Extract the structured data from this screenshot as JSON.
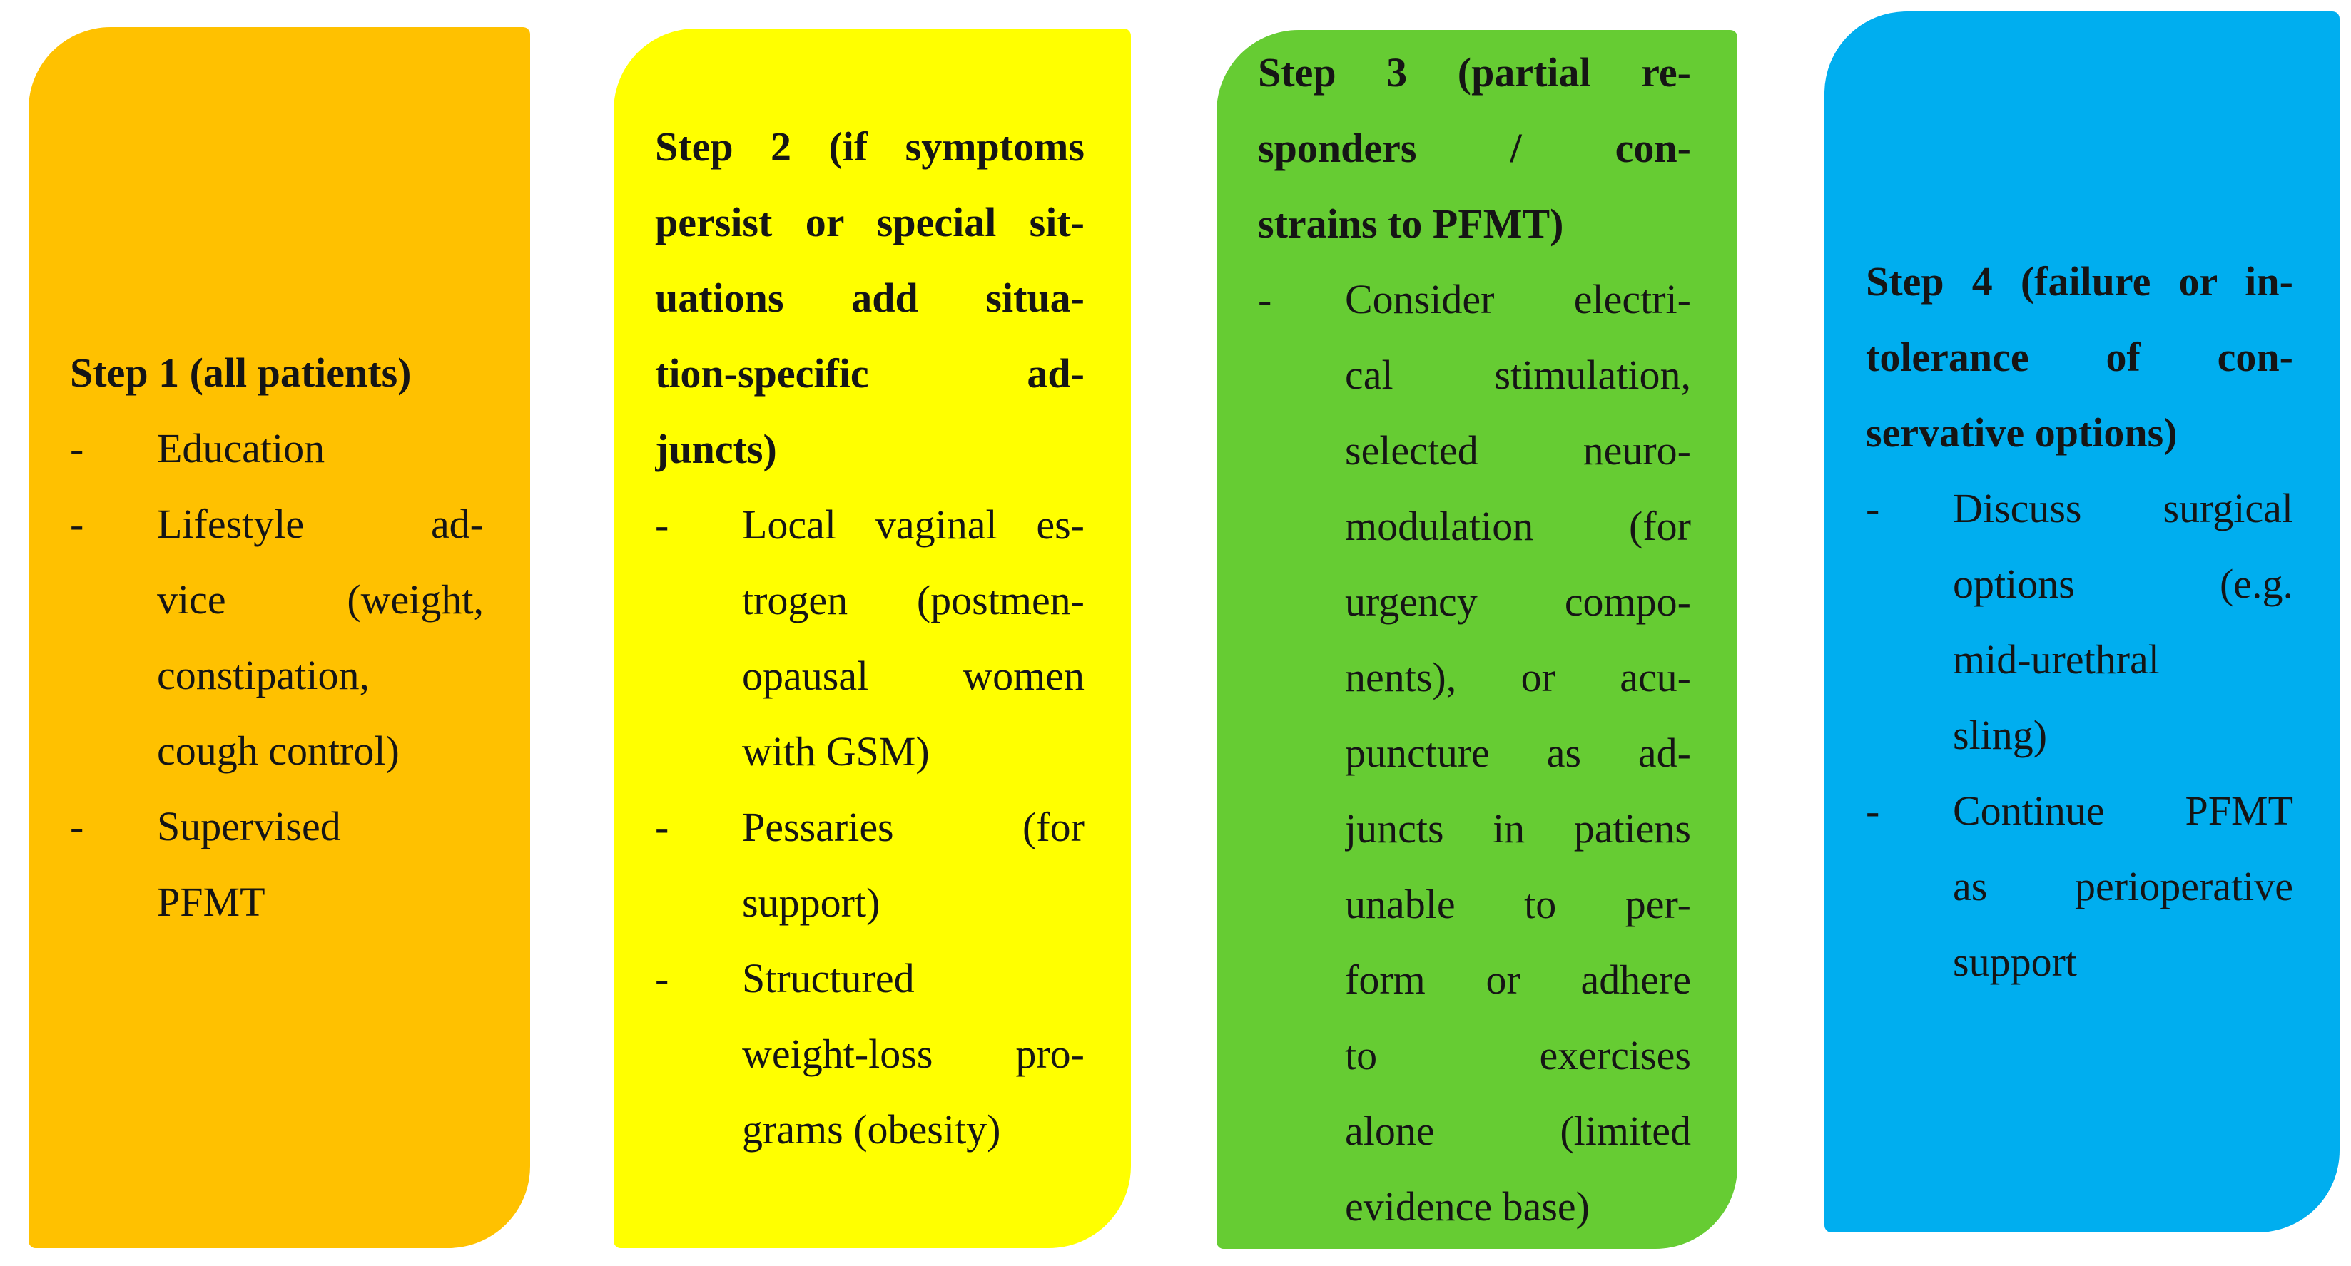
{
  "bullet_char": "-",
  "cards": [
    {
      "id": "step-1",
      "color": "#FFC100",
      "title_lines": [
        {
          "t": "Step 1 (all patients)",
          "j": false
        }
      ],
      "items": [
        {
          "lines": [
            {
              "t": "Education",
              "j": false
            }
          ]
        },
        {
          "lines": [
            {
              "t": "Lifestyle ad-",
              "j": true
            },
            {
              "t": "vice (weight,",
              "j": true
            },
            {
              "t": "constipation,",
              "j": true
            },
            {
              "t": "cough control)",
              "j": false
            }
          ]
        },
        {
          "lines": [
            {
              "t": "Supervised",
              "j": true
            },
            {
              "t": "PFMT",
              "j": false
            }
          ]
        }
      ]
    },
    {
      "id": "step-2",
      "color": "#FFFF00",
      "title_lines": [
        {
          "t": "Step 2 (if symptoms",
          "j": true
        },
        {
          "t": "persist or special sit-",
          "j": true
        },
        {
          "t": "uations add situa-",
          "j": true
        },
        {
          "t": "tion-specific ad-",
          "j": true
        },
        {
          "t": "juncts)",
          "j": false
        }
      ],
      "items": [
        {
          "lines": [
            {
              "t": "Local vaginal es-",
              "j": true
            },
            {
              "t": "trogen (postmen-",
              "j": true
            },
            {
              "t": "opausal women",
              "j": true
            },
            {
              "t": "with GSM)",
              "j": false
            }
          ]
        },
        {
          "lines": [
            {
              "t": "Pessaries (for",
              "j": true
            },
            {
              "t": "support)",
              "j": false
            }
          ]
        },
        {
          "lines": [
            {
              "t": "Structured",
              "j": true
            },
            {
              "t": "weight-loss pro-",
              "j": true
            },
            {
              "t": "grams (obesity)",
              "j": false
            }
          ]
        }
      ]
    },
    {
      "id": "step-3",
      "color": "#66CC33",
      "title_lines": [
        {
          "t": "Step 3 (partial re-",
          "j": true
        },
        {
          "t": "sponders / con-",
          "j": true
        },
        {
          "t": "strains to PFMT)",
          "j": false
        }
      ],
      "items": [
        {
          "lines": [
            {
              "t": "Consider electri-",
              "j": true
            },
            {
              "t": "cal stimulation,",
              "j": true
            },
            {
              "t": "selected neuro-",
              "j": true
            },
            {
              "t": "modulation (for",
              "j": true
            },
            {
              "t": "urgency compo-",
              "j": true
            },
            {
              "t": "nents), or acu-",
              "j": true
            },
            {
              "t": "puncture as ad-",
              "j": true
            },
            {
              "t": "juncts in patiens",
              "j": true
            },
            {
              "t": "unable to per-",
              "j": true
            },
            {
              "t": "form or adhere",
              "j": true
            },
            {
              "t": "to exercises",
              "j": true
            },
            {
              "t": "alone (limited",
              "j": true
            },
            {
              "t": "evidence base)",
              "j": false
            }
          ]
        }
      ]
    },
    {
      "id": "step-4",
      "color": "#00AEEF",
      "title_lines": [
        {
          "t": "Step 4 (failure or in-",
          "j": true
        },
        {
          "t": "tolerance of con-",
          "j": true
        },
        {
          "t": "servative options)",
          "j": false
        }
      ],
      "items": [
        {
          "lines": [
            {
              "t": "Discuss surgical",
              "j": true
            },
            {
              "t": "options (e.g.",
              "j": true
            },
            {
              "t": "mid-urethral",
              "j": true
            },
            {
              "t": "sling)",
              "j": false
            }
          ]
        },
        {
          "lines": [
            {
              "t": "Continue PFMT",
              "j": true
            },
            {
              "t": "as perioperative",
              "j": true
            },
            {
              "t": "support",
              "j": false
            }
          ]
        }
      ]
    }
  ]
}
